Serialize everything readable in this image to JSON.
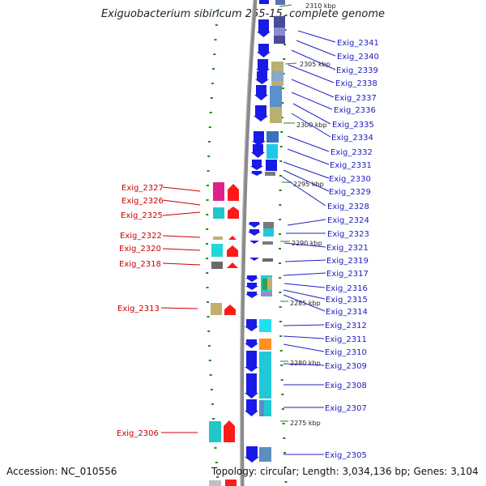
{
  "title": "Exiguobacterium sibiricum 255-15, complete genome",
  "footer": {
    "accession": "Accession: NC_010556",
    "topology": "Topology: circular; Length: 3,034,136 bp; Genes: 3,104"
  },
  "colors": {
    "minus_strand_arrow": "#1a1ae6",
    "plus_strand_arrow": "#ff1a1a",
    "minus_label": "#2020c0",
    "plus_label": "#cc0000",
    "backbone": "#8a8a8a"
  },
  "kbp_ticks": [
    "2310 kbp",
    "2305 kbp",
    "2300 kbp",
    "2295 kbp",
    "2290 kbp",
    "2285 kbp",
    "2280 kbp",
    "2275 kbp"
  ],
  "minus_genes": [
    "Exig_2341",
    "Exig_2340",
    "Exig_2339",
    "Exig_2338",
    "Exig_2337",
    "Exig_2336",
    "Exig_2335",
    "Exig_2334",
    "Exig_2332",
    "Exig_2331",
    "Exig_2330",
    "Exig_2329",
    "Exig_2328",
    "Exig_2324",
    "Exig_2323",
    "Exig_2321",
    "Exig_2319",
    "Exig_2317",
    "Exig_2316",
    "Exig_2315",
    "Exig_2314",
    "Exig_2312",
    "Exig_2311",
    "Exig_2310",
    "Exig_2309",
    "Exig_2308",
    "Exig_2307",
    "Exig_2305"
  ],
  "plus_genes": [
    "Exig_2327",
    "Exig_2326",
    "Exig_2325",
    "Exig_2322",
    "Exig_2320",
    "Exig_2318",
    "Exig_2313",
    "Exig_2306"
  ],
  "minus_domain_colors": [
    "#5a6fb0",
    "#4a4a9a",
    "#b8b070",
    "#7a9ac0",
    "#5aa0c8",
    "#b8b070",
    "#2ec8d8",
    "#1ea0c0",
    "#20c8d8",
    "#9090c0",
    "#20c8d8",
    "#20c8d8",
    "#ff9020",
    "#20c8d8",
    "#20c8d8",
    "#20c8d8",
    "#5a8fc0"
  ],
  "plus_domain_colors": [
    "#e0208a",
    "#20c8c8",
    "#c0b070",
    "#20d8d8",
    "#6a6a6a",
    "#c0b070",
    "#20c8c8"
  ]
}
